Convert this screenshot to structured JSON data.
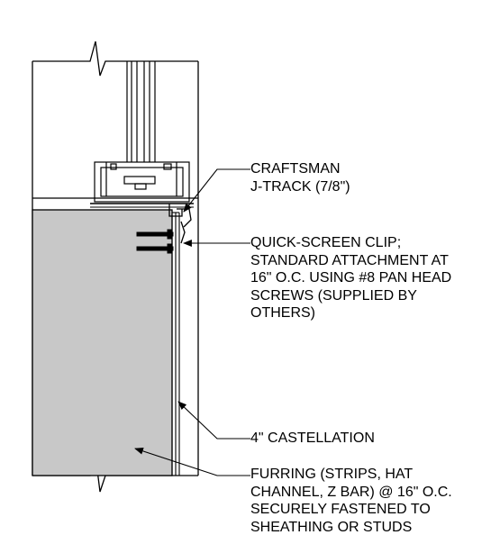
{
  "callouts": {
    "j_track": [
      "CRAFTSMAN",
      "J-TRACK (7/8\")"
    ],
    "clip": [
      "QUICK-SCREEN CLIP;",
      "STANDARD ATTACHMENT AT",
      "16\" O.C. USING #8 PAN HEAD",
      "SCREWS (SUPPLIED BY",
      "OTHERS)"
    ],
    "castellation": [
      "4\" CASTELLATION"
    ],
    "furring": [
      "FURRING (STRIPS, HAT",
      "CHANNEL, Z BAR) @ 16\" O.C.",
      "SECURELY FASTENED TO",
      "SHEATHING OR STUDS"
    ]
  },
  "colors": {
    "line": "#000000",
    "furring_fill": "#c8c8c8",
    "background": "#ffffff"
  }
}
